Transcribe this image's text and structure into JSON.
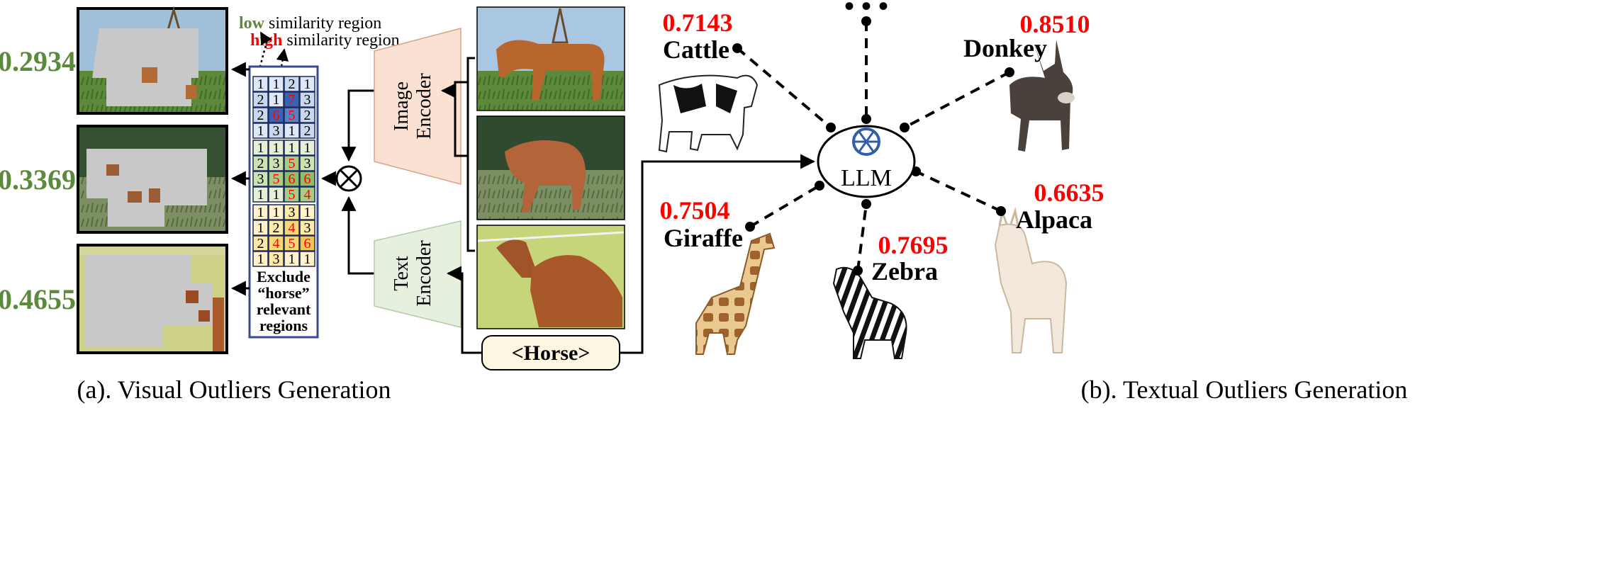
{
  "panel_a": {
    "caption": "(a). Visual Outliers Generation",
    "scores": [
      "0.2934",
      "0.3369",
      "0.4655"
    ],
    "legend": {
      "low_word": "low",
      "high_word": "high",
      "suffix": "similarity region"
    },
    "grids": [
      {
        "color": "blue",
        "cells": [
          [
            "1",
            "1",
            "2",
            "1"
          ],
          [
            "2",
            "1",
            "7",
            "3"
          ],
          [
            "2",
            "6",
            "5",
            "2"
          ],
          [
            "1",
            "3",
            "1",
            "2"
          ]
        ]
      },
      {
        "color": "green",
        "cells": [
          [
            "1",
            "1",
            "1",
            "1"
          ],
          [
            "2",
            "3",
            "5",
            "3"
          ],
          [
            "3",
            "5",
            "6",
            "6"
          ],
          [
            "1",
            "1",
            "5",
            "4"
          ]
        ]
      },
      {
        "color": "yellow",
        "cells": [
          [
            "1",
            "1",
            "3",
            "1"
          ],
          [
            "1",
            "2",
            "4",
            "3"
          ],
          [
            "2",
            "4",
            "5",
            "6"
          ],
          [
            "1",
            "3",
            "1",
            "1"
          ]
        ]
      }
    ],
    "exclude_text": [
      "Exclude",
      "“horse”",
      "relevant",
      "regions"
    ],
    "image_encoder": [
      "Image",
      "Encoder"
    ],
    "text_encoder": [
      "Text",
      "Encoder"
    ],
    "multiply_symbol": "⊗",
    "prompt": "<Horse>"
  },
  "panel_b": {
    "caption": "(b). Textual Outliers Generation",
    "center": "LLM",
    "ellipsis": "• • •",
    "classes": [
      {
        "name": "Cattle",
        "score": "0.7143"
      },
      {
        "name": "Donkey",
        "score": "0.8510"
      },
      {
        "name": "Giraffe",
        "score": "0.7504"
      },
      {
        "name": "Zebra",
        "score": "0.7695"
      },
      {
        "name": "Alpaca",
        "score": "0.6635"
      }
    ]
  },
  "colors": {
    "score_green": "#5b8a3a",
    "score_red": "#ff0000",
    "image_encoder_fill": "#fbe1d2",
    "text_encoder_fill": "#e6f0df",
    "prompt_fill": "#fdf6e3",
    "grid_border": "#3a4a8c"
  }
}
